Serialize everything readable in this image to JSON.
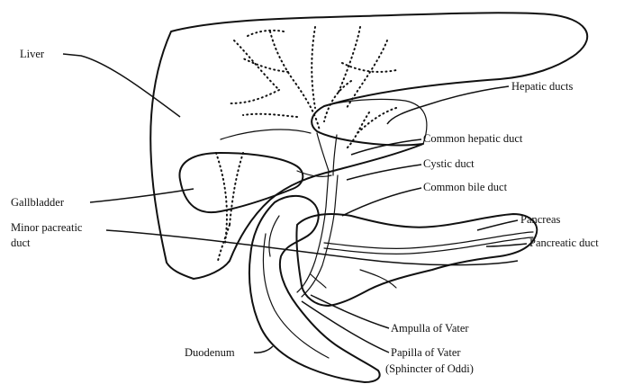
{
  "labels": {
    "liver": "Liver",
    "hepatic_ducts": "Hepatic ducts",
    "common_hepatic_duct": "Common hepatic duct",
    "cystic_duct": "Cystic duct",
    "common_bile_duct": "Common bile duct",
    "gallbladder": "Gallbladder",
    "minor_pancreatic_duct_line1": "Minor pacreatic",
    "minor_pancreatic_duct_line2": "duct",
    "pancreas": "Pancreas",
    "pancreatic_duct": "Pancreatic duct",
    "ampulla_of_vater": "Ampulla of Vater",
    "papilla_of_vater": "Papilla of Vater",
    "sphincter_of_oddi": "(Sphincter of Oddi)",
    "duodenum": "Duodenum"
  }
}
